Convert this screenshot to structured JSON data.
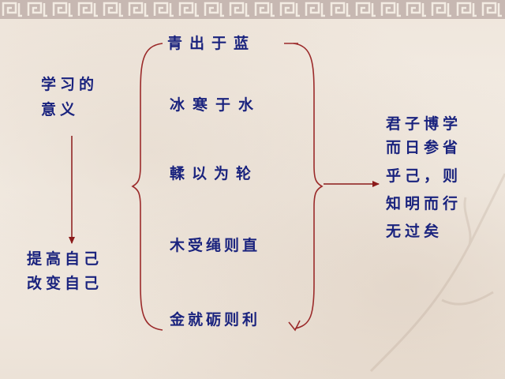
{
  "colors": {
    "text": "#1a237e",
    "arrow": "#8b1a1a",
    "bracket": "#9b2a2a",
    "border_band": "#c7b8b2",
    "background": "#f3ece3"
  },
  "left": {
    "topic": [
      "学习的",
      "意义"
    ],
    "result": [
      "提高自己",
      "改变自己"
    ]
  },
  "center_items": [
    "青出于蓝",
    "冰寒于水",
    "輮以为轮",
    "木受绳则直",
    "金就砺则利"
  ],
  "right": {
    "conclusion": [
      "君子博学",
      "而日参省",
      "乎己，则",
      "知明而行",
      "无过矣"
    ]
  },
  "decor": {
    "border_pattern": "chinese-key-fret",
    "watermark": "faint-calligraphy-plum-branch"
  }
}
